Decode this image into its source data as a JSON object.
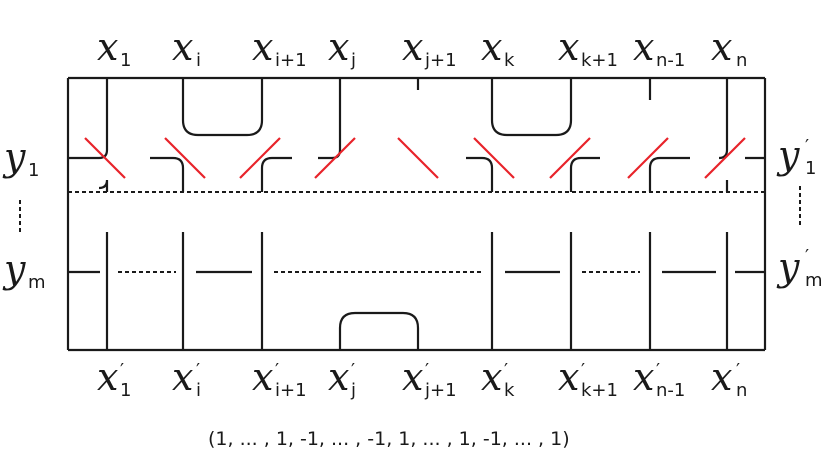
{
  "top_labels": [
    {
      "var": "x",
      "sub": "1"
    },
    {
      "var": "x",
      "sub": "i"
    },
    {
      "var": "x",
      "sub": "i+1"
    },
    {
      "var": "x",
      "sub": "j"
    },
    {
      "var": "x",
      "sub": "j+1"
    },
    {
      "var": "x",
      "sub": "k"
    },
    {
      "var": "x",
      "sub": "k+1"
    },
    {
      "var": "x",
      "sub": "n-1"
    },
    {
      "var": "x",
      "sub": "n"
    }
  ],
  "bottom_labels": [
    {
      "var": "x",
      "sub": "1",
      "prime": "′"
    },
    {
      "var": "x",
      "sub": "i",
      "prime": "′"
    },
    {
      "var": "x",
      "sub": "i+1",
      "prime": "′"
    },
    {
      "var": "x",
      "sub": "j",
      "prime": "′"
    },
    {
      "var": "x",
      "sub": "j+1",
      "prime": "′"
    },
    {
      "var": "x",
      "sub": "k",
      "prime": "′"
    },
    {
      "var": "x",
      "sub": "k+1",
      "prime": "′"
    },
    {
      "var": "x",
      "sub": "n-1",
      "prime": "′"
    },
    {
      "var": "x",
      "sub": "n",
      "prime": "′"
    }
  ],
  "left_labels": [
    {
      "var": "y",
      "sub": "1"
    },
    {
      "var": "y",
      "sub": "m"
    }
  ],
  "right_labels": [
    {
      "var": "y",
      "sub": "1",
      "prime": "′"
    },
    {
      "var": "y",
      "sub": "m",
      "prime": "′"
    }
  ],
  "sequence": "(1, ... , 1, -1, ... , -1, 1, ... , 1, -1, ... , 1)"
}
